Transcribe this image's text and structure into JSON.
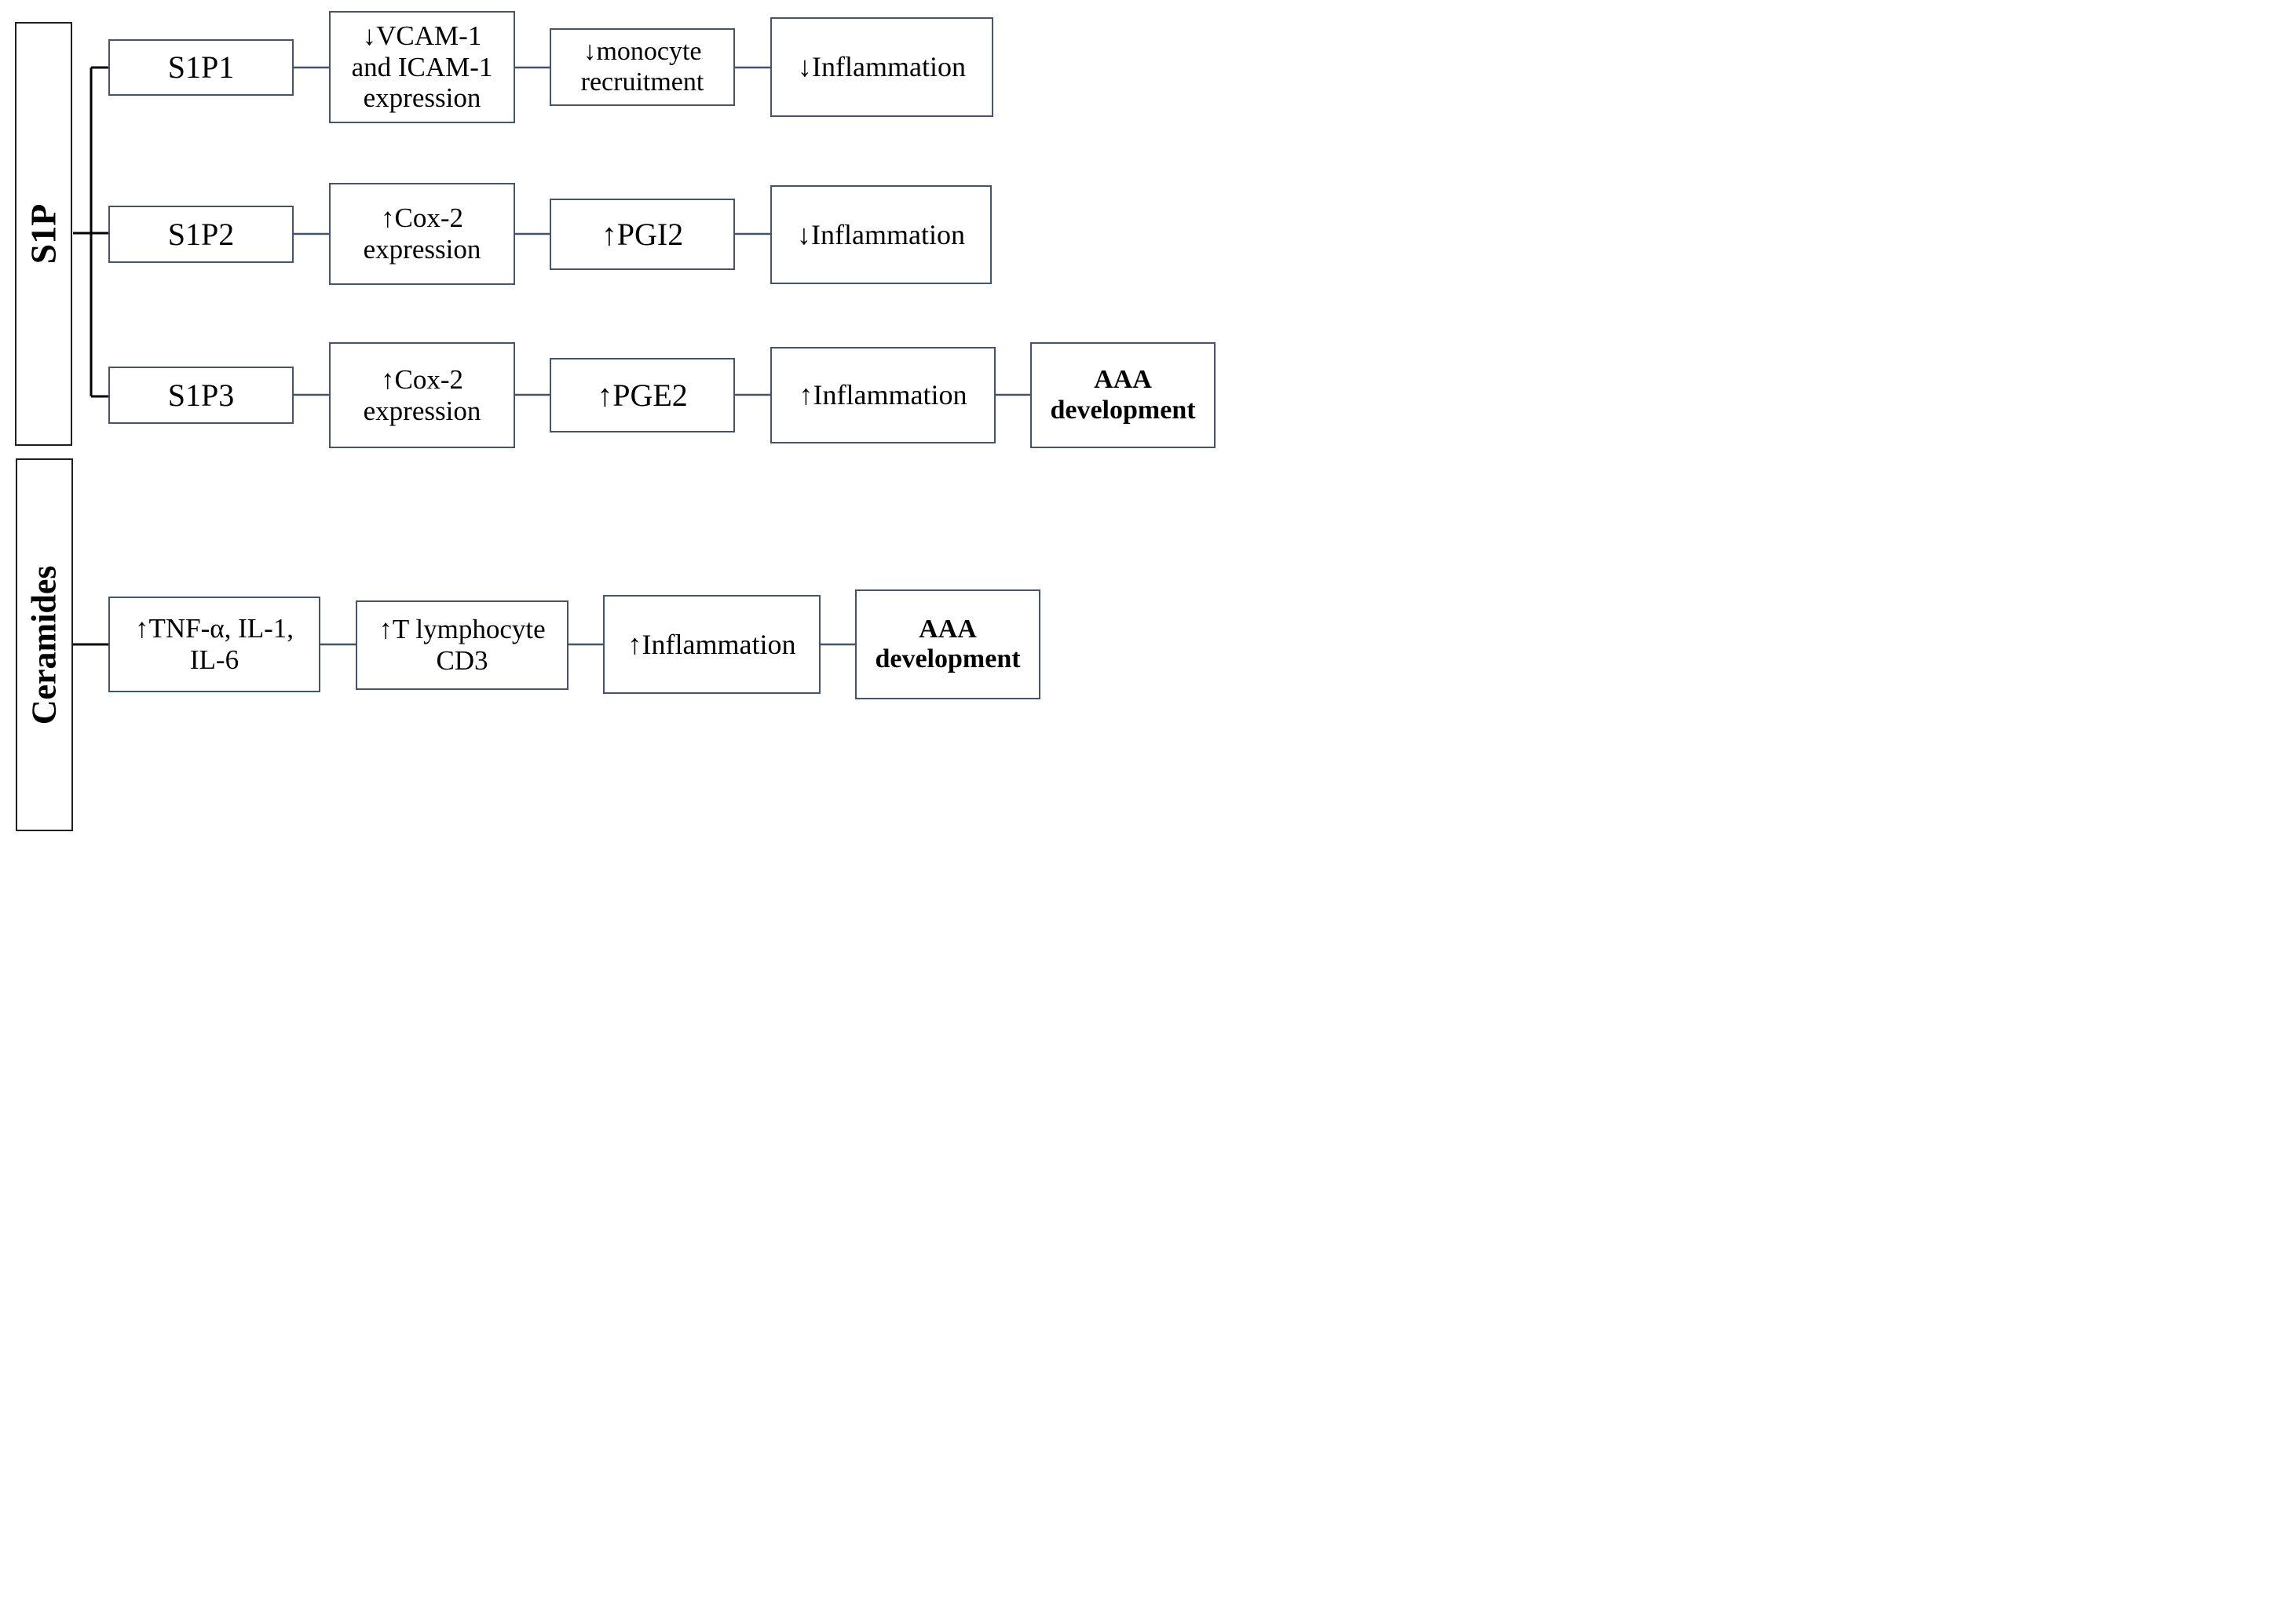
{
  "s1p": {
    "group_label": "S1P",
    "rows": [
      {
        "receptor": "S1P1",
        "steps": [
          "↓VCAM-1\nand ICAM-1\nexpression",
          "↓monocyte\nrecruitment",
          "↓Inflammation"
        ]
      },
      {
        "receptor": "S1P2",
        "steps": [
          "↑Cox-2\nexpression",
          "↑PGI2",
          "↓Inflammation"
        ]
      },
      {
        "receptor": "S1P3",
        "steps": [
          "↑Cox-2\nexpression",
          "↑PGE2",
          "↑Inflammation",
          "AAA\ndevelopment"
        ]
      }
    ]
  },
  "ceramides": {
    "group_label": "Ceramides",
    "steps": [
      "↑TNF-α, IL-1,\nIL-6",
      "↑T lymphocyte\nCD3",
      "↑Inflammation",
      "AAA\ndevelopment"
    ]
  },
  "colors": {
    "box_border": "#44546a",
    "group_border": "#1f1f1f",
    "connector": "#44546a",
    "branch": "#000000"
  }
}
